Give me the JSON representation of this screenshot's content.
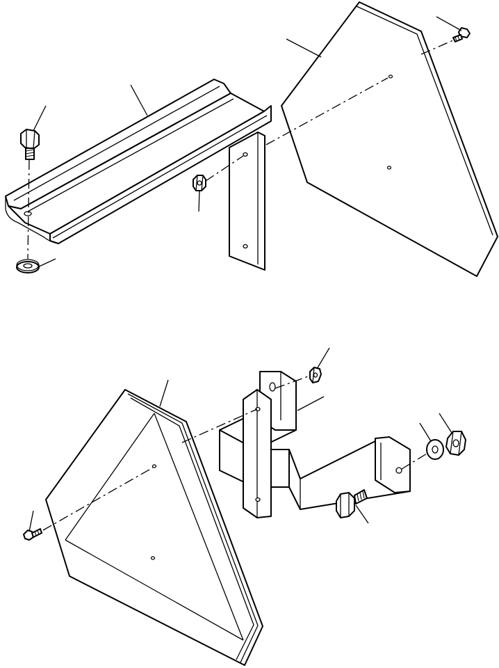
{
  "diagram": {
    "type": "exploded-parts-drawing",
    "assemblies": [
      {
        "id": "upper",
        "parts": [
          "channel-bracket",
          "support-leg",
          "triangular-sign-plate",
          "hex-bolt",
          "washer",
          "hex-nut",
          "screw"
        ]
      },
      {
        "id": "lower",
        "parts": [
          "triangular-sign-plate",
          "offset-bracket",
          "vertical-strap",
          "hex-bolt",
          "washer",
          "hex-nut",
          "hex-nut-upper",
          "screw"
        ]
      }
    ],
    "colors": {
      "line": "#000000",
      "background": "#ffffff"
    }
  }
}
